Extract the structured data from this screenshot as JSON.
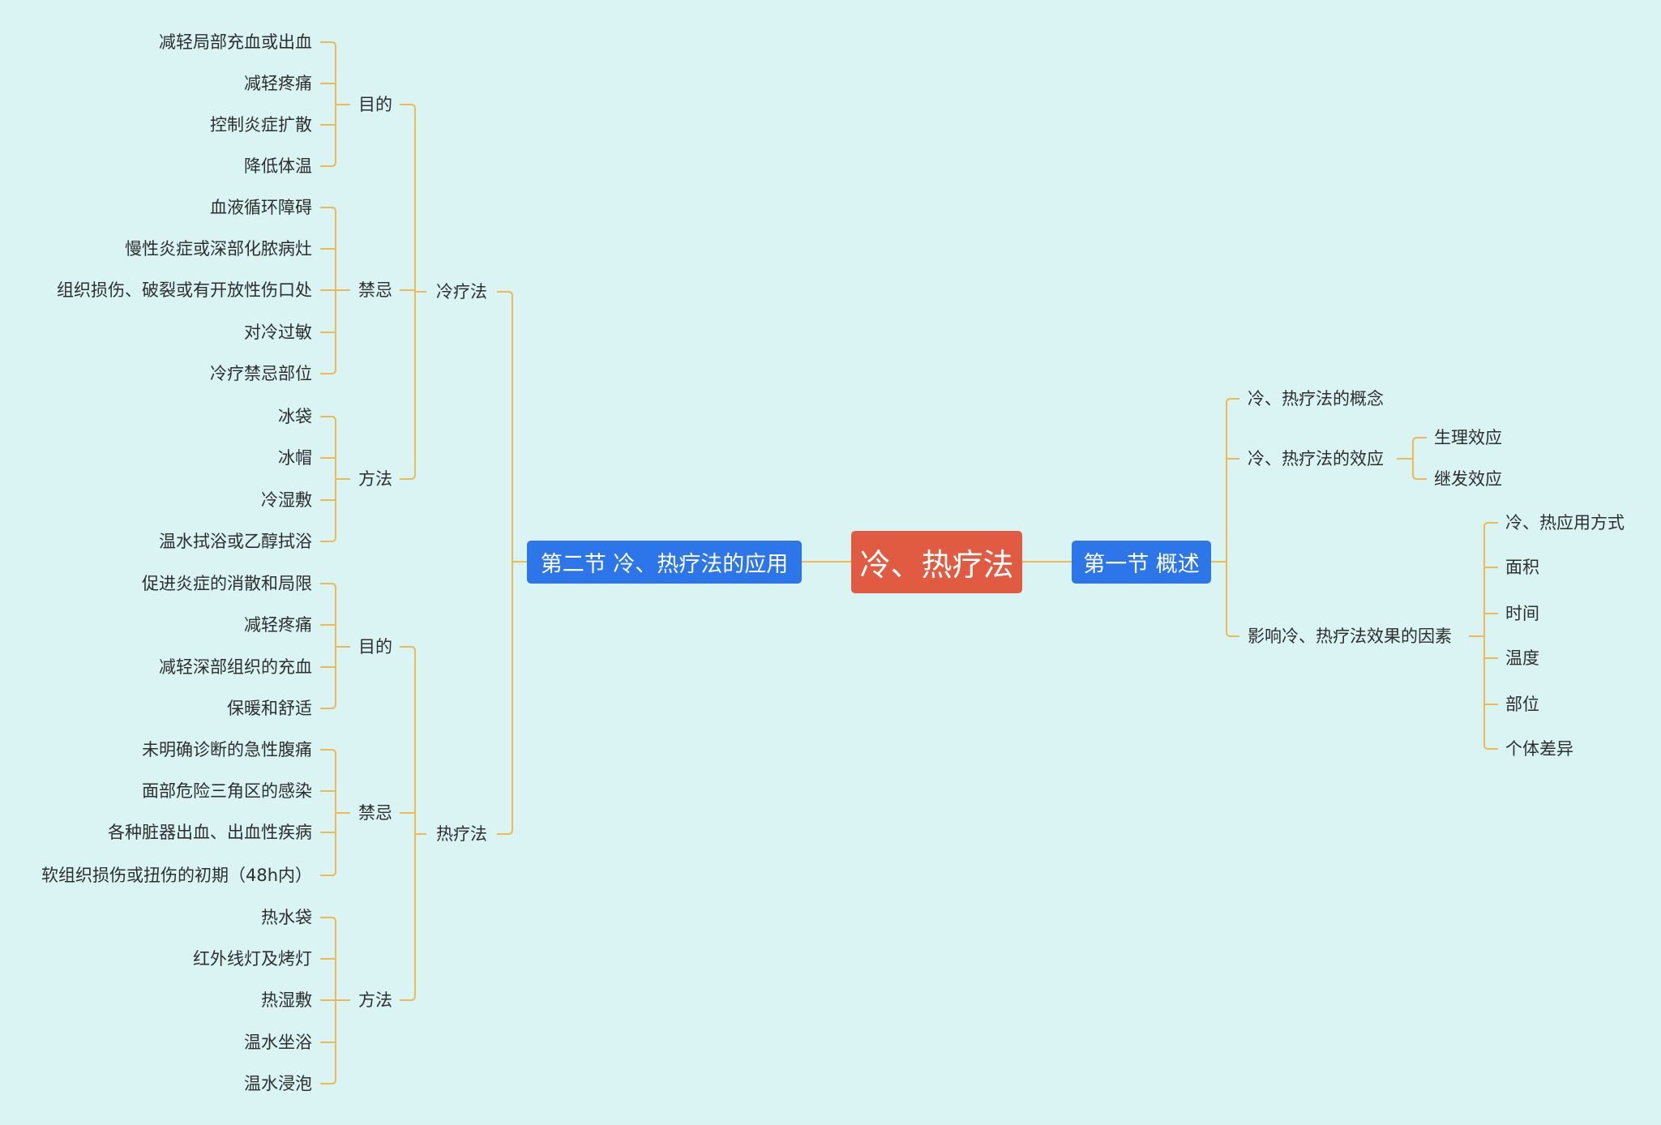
{
  "colors": {
    "background": "#DAF4F4",
    "connector": "#EDBA55",
    "root": "#E05B41",
    "section": "#2D76EA",
    "text": "#2E2E2E"
  },
  "root": {
    "label": "冷、热疗法"
  },
  "left_section": {
    "label": "第二节 冷、热疗法的应用",
    "children": [
      {
        "label": "冷疗法",
        "children": [
          {
            "label": "目的",
            "children": [
              "减轻局部充血或出血",
              "减轻疼痛",
              "控制炎症扩散",
              "降低体温"
            ]
          },
          {
            "label": "禁忌",
            "children": [
              "血液循环障碍",
              "慢性炎症或深部化脓病灶",
              "组织损伤、破裂或有开放性伤口处",
              "对冷过敏",
              "冷疗禁忌部位"
            ]
          },
          {
            "label": "方法",
            "children": [
              "冰袋",
              "冰帽",
              "冷湿敷",
              "温水拭浴或乙醇拭浴"
            ]
          }
        ]
      },
      {
        "label": "热疗法",
        "children": [
          {
            "label": "目的",
            "children": [
              "促进炎症的消散和局限",
              "减轻疼痛",
              "减轻深部组织的充血",
              "保暖和舒适"
            ]
          },
          {
            "label": "禁忌",
            "children": [
              "未明确诊断的急性腹痛",
              "面部危险三角区的感染",
              "各种脏器出血、出血性疾病",
              "软组织损伤或扭伤的初期（48h内）"
            ]
          },
          {
            "label": "方法",
            "children": [
              "热水袋",
              "红外线灯及烤灯",
              "热湿敷",
              "温水坐浴",
              "温水浸泡"
            ]
          }
        ]
      }
    ]
  },
  "right_section": {
    "label": "第一节 概述",
    "children": [
      {
        "label": "冷、热疗法的概念",
        "children": []
      },
      {
        "label": "冷、热疗法的效应",
        "children": [
          "生理效应",
          "继发效应"
        ]
      },
      {
        "label": "影响冷、热疗法效果的因素",
        "children": [
          "冷、热应用方式",
          "面积",
          "时间",
          "温度",
          "部位",
          "个体差异"
        ]
      }
    ]
  }
}
